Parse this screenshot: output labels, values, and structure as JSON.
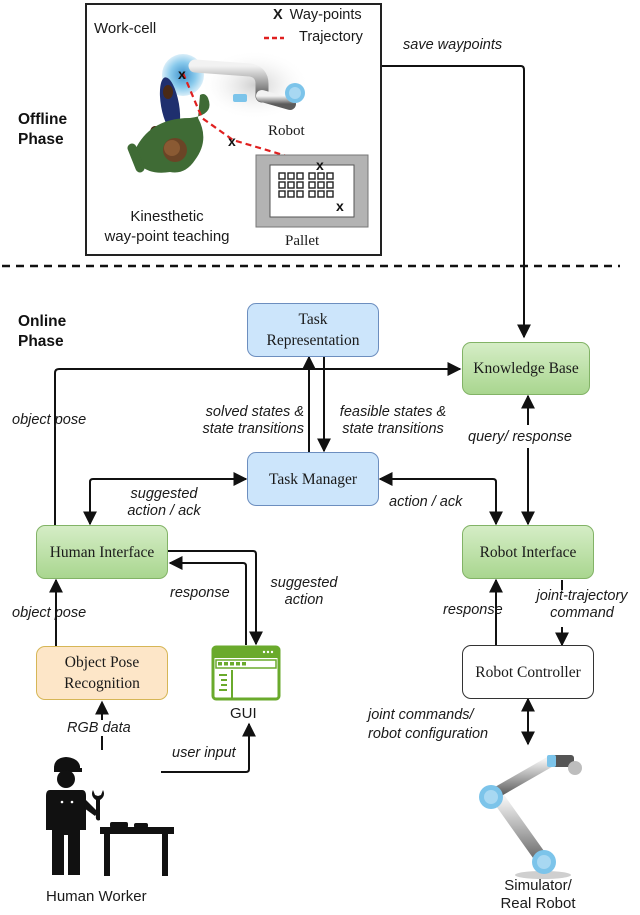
{
  "phases": {
    "offline": [
      "Offline",
      "Phase"
    ],
    "online": [
      "Online",
      "Phase"
    ]
  },
  "workcell": {
    "title": "Work-cell",
    "legend": {
      "waypoints_marker": "X",
      "waypoints_label": "Way-points",
      "trajectory_label": "Trajectory"
    },
    "robot_label": "Robot",
    "pallet_label": "Pallet",
    "teaching_label": [
      "Kinesthetic",
      "way-point teaching"
    ]
  },
  "edge_labels": {
    "save_waypoints": "save  waypoints",
    "object_pose_top": "object pose",
    "solved_states": [
      "solved states &",
      "state transitions"
    ],
    "feasible_states": [
      "feasible states &",
      "state transitions"
    ],
    "query_response": "query/ response",
    "suggested_action_ack": [
      "suggested",
      "action / ack"
    ],
    "action_ack": "action / ack",
    "response_left": "response",
    "suggested_action": [
      "suggested",
      "action"
    ],
    "object_pose_bottom": "object pose",
    "response_right": "response",
    "joint_trajectory": [
      "joint-trajectory",
      "command"
    ],
    "rgb_data": "RGB data",
    "user_input": "user input",
    "joint_commands": [
      "joint commands/",
      "robot configuration"
    ]
  },
  "nodes": {
    "task_representation": [
      "Task",
      "Representation"
    ],
    "knowledge_base": "Knowledge Base",
    "task_manager": "Task Manager",
    "human_interface": "Human Interface",
    "robot_interface": "Robot Interface",
    "object_pose_recognition": [
      "Object Pose",
      "Recognition"
    ],
    "robot_controller": "Robot Controller",
    "gui": "GUI",
    "human_worker": "Human Worker",
    "simulator": [
      "Simulator/",
      "Real Robot"
    ]
  },
  "colors": {
    "blue_fill": "#cce5fb",
    "green_fill": "#a9d68f",
    "orange_fill": "#fde6c8",
    "gui_green": "#6aaa2c",
    "trajectory_red": "#e02020",
    "robot_blue": "#7cc4ea"
  }
}
